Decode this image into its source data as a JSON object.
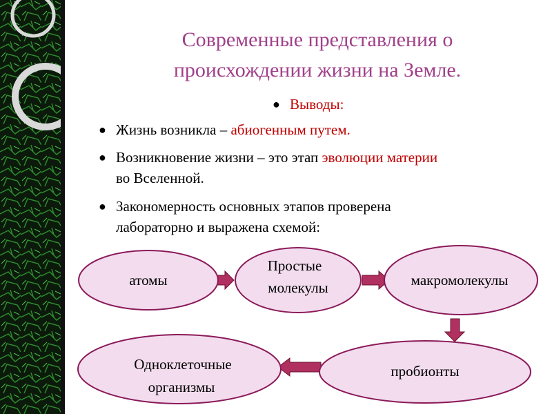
{
  "title_line1": "Современные представления о",
  "title_line2": "происхождении жизни на Земле.",
  "heading": "Выводы:",
  "bullets": {
    "b1": {
      "pre": "Жизнь возникла – ",
      "red": "абиогенным путем."
    },
    "b2": {
      "pre": "Возникновение жизни – это этап ",
      "red": "эволюции материи",
      "post_line": "во Вселенной."
    },
    "b3": {
      "line1": "Закономерность основных этапов проверена",
      "line2": "лабораторно и выражена схемой:"
    }
  },
  "nodes": [
    {
      "id": "atoms",
      "lines": [
        "атомы"
      ]
    },
    {
      "id": "simple",
      "lines": [
        "Простые",
        "молекулы"
      ]
    },
    {
      "id": "macro",
      "lines": [
        "макромолекулы"
      ]
    },
    {
      "id": "probionts",
      "lines": [
        "пробионты"
      ]
    },
    {
      "id": "unicell",
      "lines": [
        "Одноклеточные",
        "организмы"
      ]
    }
  ],
  "colors": {
    "title": "#a0408a",
    "accent_text": "#c00000",
    "node_fill": "#f2dcee",
    "node_stroke": "#8b1a5a",
    "arrow_fill": "#b03060"
  }
}
